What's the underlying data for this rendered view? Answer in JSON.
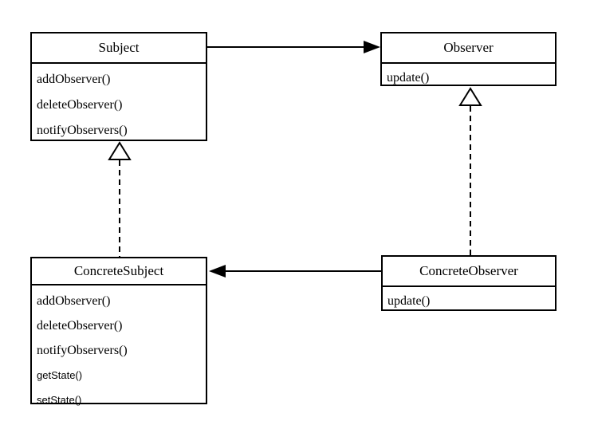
{
  "classes": {
    "subject": {
      "title": "Subject",
      "methods": [
        "addObserver()",
        "deleteObserver()",
        "notifyObservers()"
      ]
    },
    "observer": {
      "title": "Observer",
      "methods": [
        "update()"
      ]
    },
    "concrete_subject": {
      "title": "ConcreteSubject",
      "methods": [
        "addObserver()",
        "deleteObserver()",
        "notifyObservers()",
        "getState()",
        "setState()"
      ]
    },
    "concrete_observer": {
      "title": "ConcreteObserver",
      "methods": [
        "update()"
      ]
    }
  },
  "relations": [
    {
      "from": "Subject",
      "to": "Observer",
      "type": "association",
      "line": "solid",
      "arrowhead": "filled-triangle"
    },
    {
      "from": "ConcreteObserver",
      "to": "ConcreteSubject",
      "type": "association",
      "line": "solid",
      "arrowhead": "filled-triangle"
    },
    {
      "from": "ConcreteSubject",
      "to": "Subject",
      "type": "realization",
      "line": "dashed",
      "arrowhead": "hollow-triangle"
    },
    {
      "from": "ConcreteObserver",
      "to": "Observer",
      "type": "realization",
      "line": "dashed",
      "arrowhead": "hollow-triangle"
    }
  ],
  "colors": {
    "background": "#ffffff",
    "box_fill": "#ffffff",
    "line": "#000000",
    "text": "#000000"
  }
}
